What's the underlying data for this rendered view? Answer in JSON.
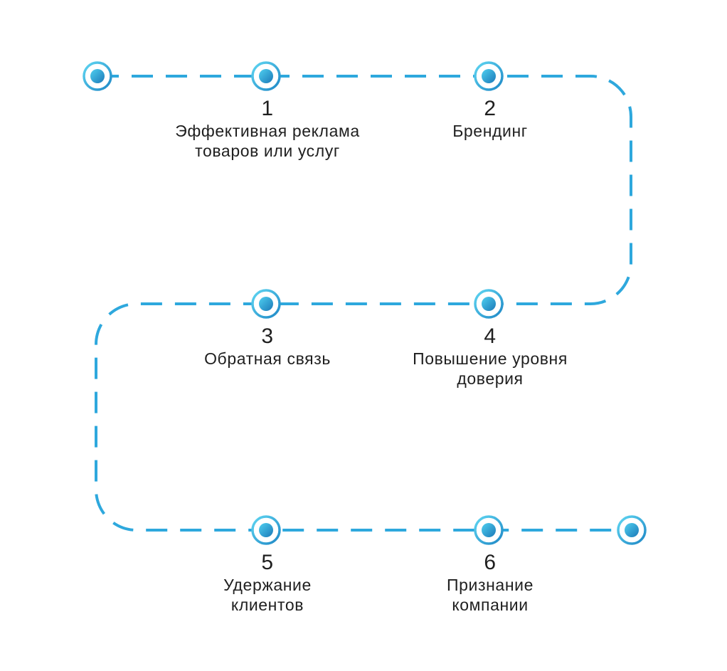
{
  "colors": {
    "path": "#2ea8dd",
    "node_ring": "#36b6e4",
    "node_core_light": "#4fd0f0",
    "node_core_dark": "#1b79b8",
    "text": "#1f1f1f"
  },
  "steps": [
    {
      "number": "1",
      "label": "Эффективная реклама товаров или услуг"
    },
    {
      "number": "2",
      "label": "Брендинг"
    },
    {
      "number": "3",
      "label": "Обратная связь"
    },
    {
      "number": "4",
      "label": "Повышение уровня доверия"
    },
    {
      "number": "5",
      "label": "Удержание клиентов"
    },
    {
      "number": "6",
      "label": "Признание компании"
    }
  ]
}
